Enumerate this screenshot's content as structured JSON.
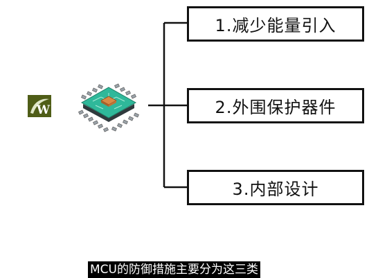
{
  "diagram": {
    "items": [
      {
        "label": "1.减少能量引入"
      },
      {
        "label": "2.外围保护器件"
      },
      {
        "label": "3.内部设计"
      }
    ]
  },
  "subtitle": "MCU的防御措施主要分为这三类",
  "icons": {
    "logo": "w-logo-icon",
    "chip": "microchip-icon"
  },
  "colors": {
    "logo_bg": "#4f5d17",
    "chip_board": "#2fb89a",
    "chip_die": "#d98a45",
    "line": "#111111"
  }
}
